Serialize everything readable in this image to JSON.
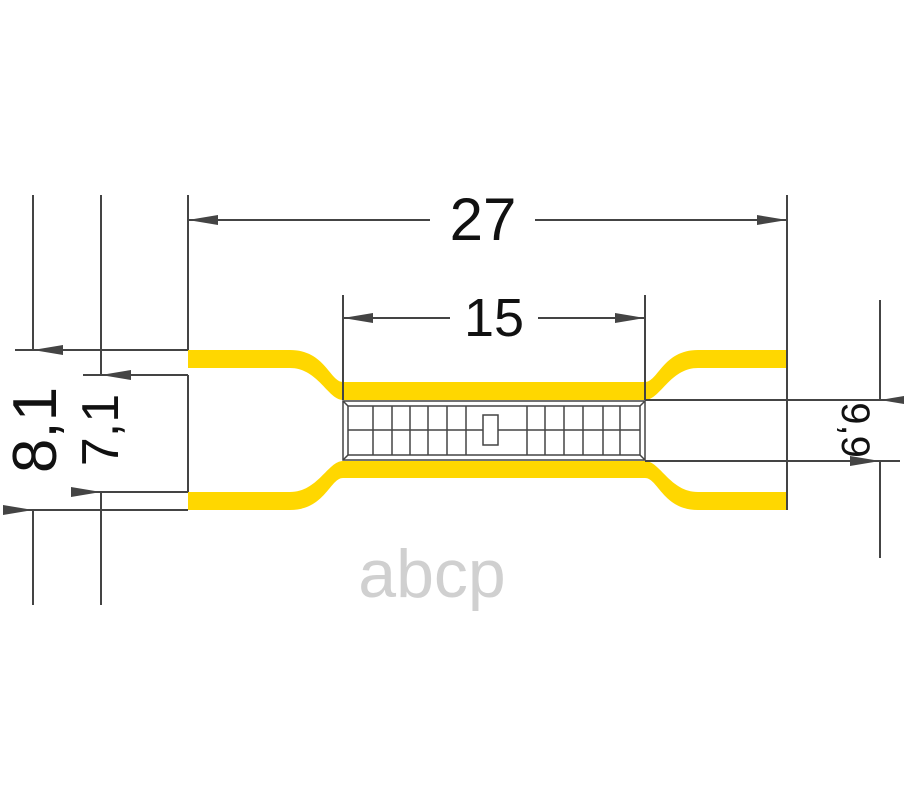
{
  "title": "Heat shrink butt connector dimensions",
  "dimensions": {
    "total_length": "27",
    "middle_length": "15",
    "outer_diameter": "8,1",
    "inner_diameter": "7,1",
    "side_height": "9,9"
  },
  "watermark": "abcp",
  "colors": {
    "insulation": "#FFD700",
    "lines": "#444444",
    "watermark": "#C8C8C8"
  }
}
